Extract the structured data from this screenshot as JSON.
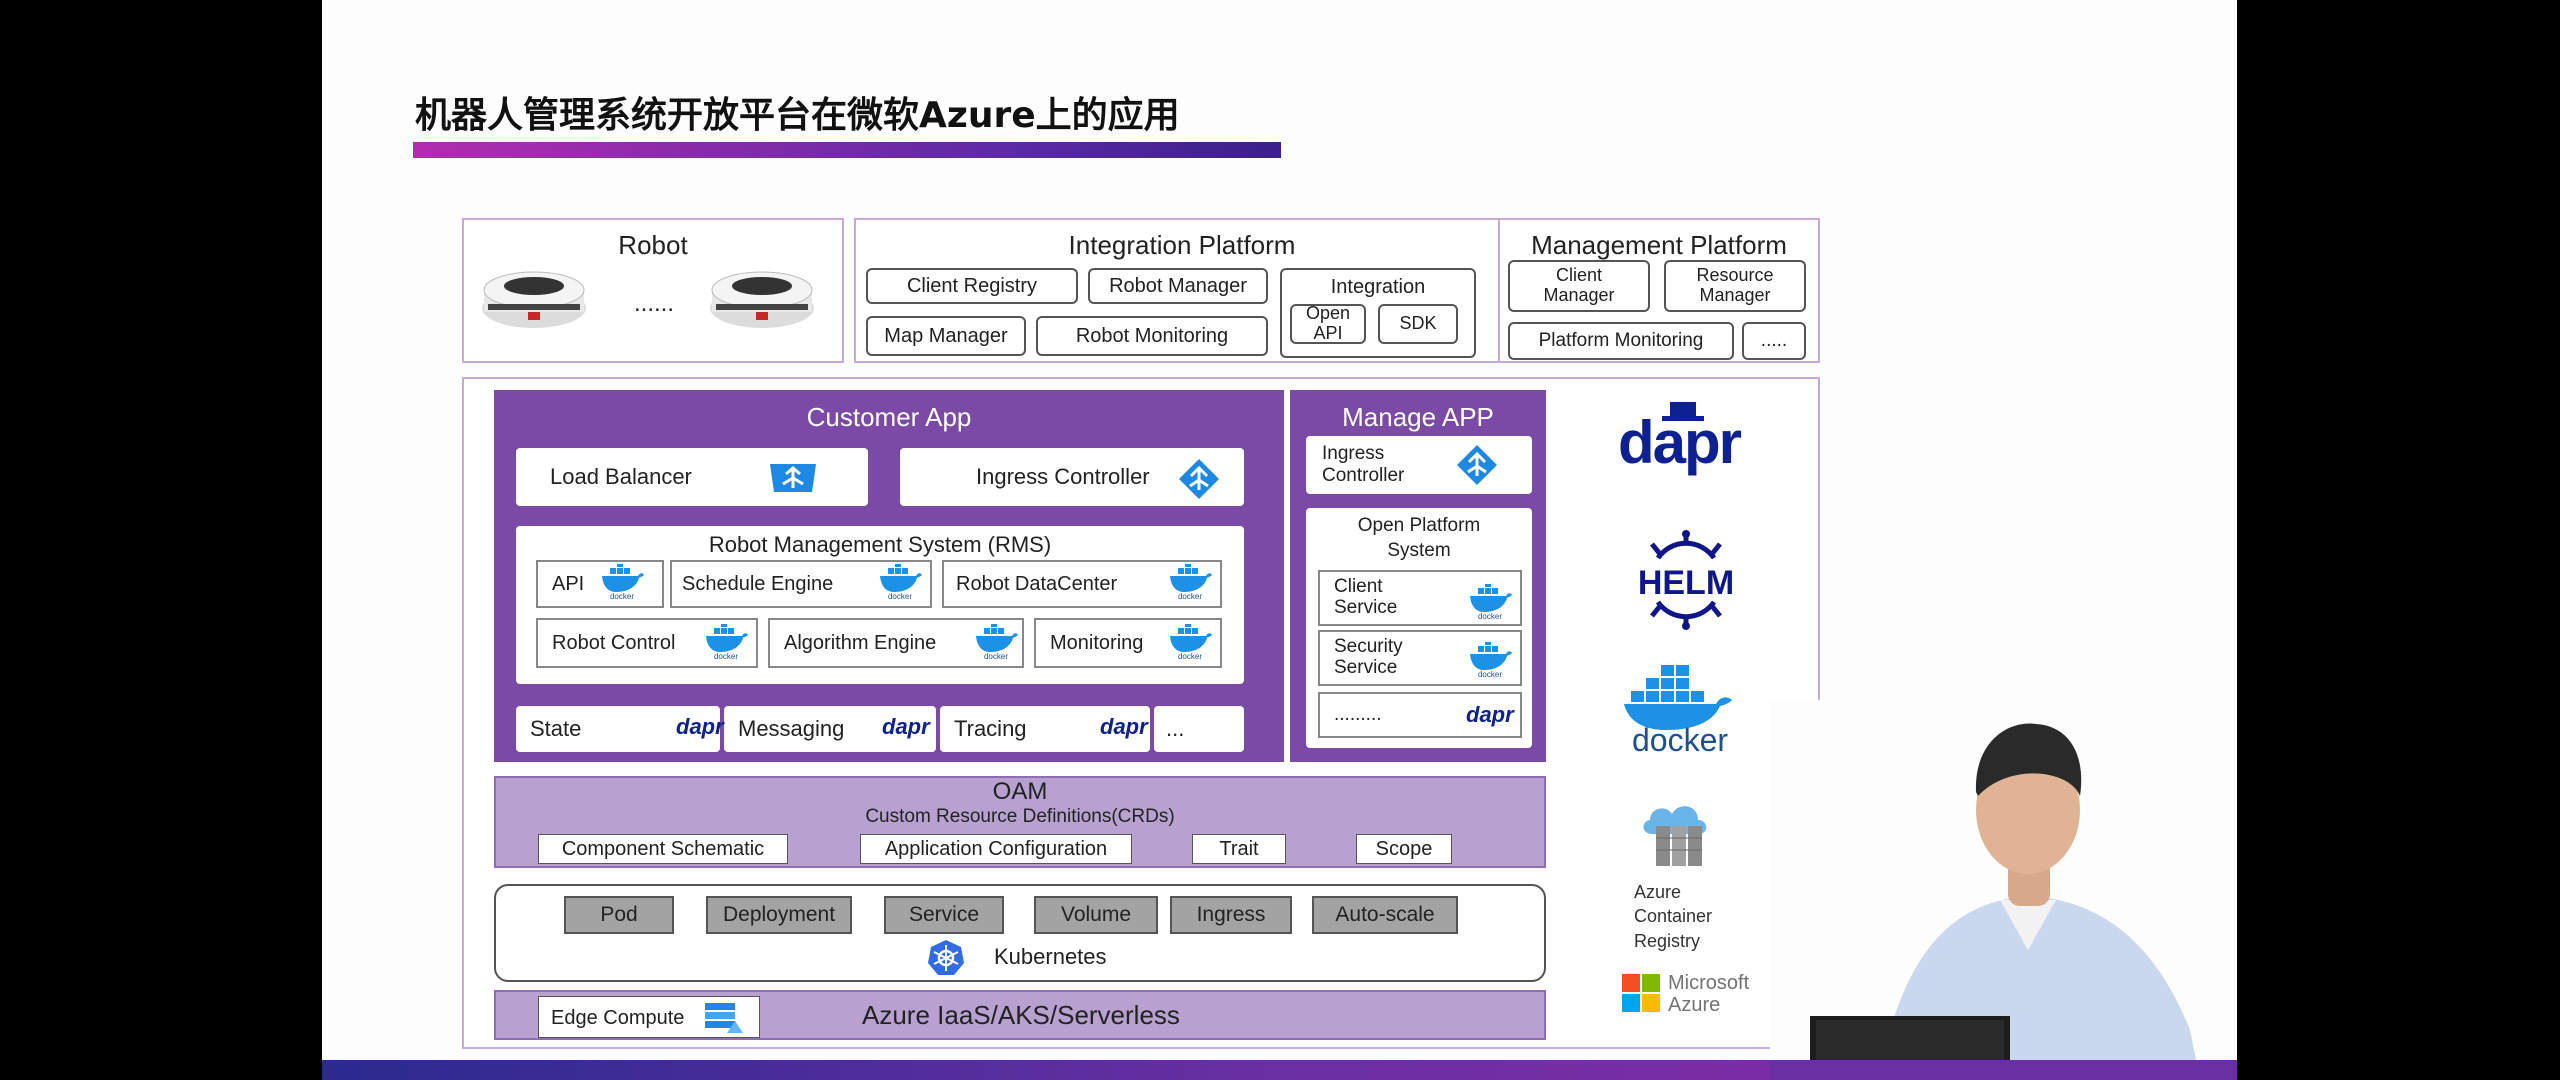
{
  "title": "机器人管理系统开放平台在微软Azure上的应用",
  "robot": {
    "title": "Robot",
    "ellipsis": "......"
  },
  "integration": {
    "title": "Integration Platform",
    "client_registry": "Client Registry",
    "robot_manager": "Robot Manager",
    "map_manager": "Map Manager",
    "robot_monitoring": "Robot Monitoring",
    "integration_label": "Integration",
    "open_api": "Open API",
    "sdk": "SDK"
  },
  "management": {
    "title": "Management Platform",
    "client_manager": "Client Manager",
    "resource_manager": "Resource Manager",
    "platform_monitoring": "Platform Monitoring",
    "more": "....."
  },
  "customer_app": {
    "title": "Customer App",
    "load_balancer": "Load  Balancer",
    "ingress_controller": "Ingress Controller",
    "rms_title": "Robot  Management System (RMS)",
    "api": "API",
    "schedule_engine": "Schedule Engine",
    "robot_datacenter": "Robot DataCenter",
    "robot_control": "Robot Control",
    "algorithm_engine": "Algorithm Engine",
    "monitoring": "Monitoring",
    "state": "State",
    "messaging": "Messaging",
    "tracing": "Tracing",
    "more": "..."
  },
  "manage_app": {
    "title": "Manage APP",
    "ingress_controller": "Ingress Controller",
    "ops_title": "Open Platform System",
    "client_service": "Client Service",
    "security_service": "Security Service",
    "more": "........."
  },
  "oam": {
    "title": "OAM",
    "subtitle": "Custom Resource Definitions(CRDs)",
    "component_schematic": "Component Schematic",
    "application_configuration": "Application Configuration",
    "trait": "Trait",
    "scope": "Scope"
  },
  "kubernetes": {
    "pod": "Pod",
    "deployment": "Deployment",
    "service": "Service",
    "volume": "Volume",
    "ingress": "Ingress",
    "autoscale": "Auto-scale",
    "label": "Kubernetes"
  },
  "azure": {
    "edge_compute": "Edge Compute",
    "iaas": "Azure IaaS/AKS/Serverless"
  },
  "logos": {
    "dapr": "dapr",
    "helm": "HELM",
    "docker": "docker",
    "docker_mini": "docker",
    "acr": "Azure Container Registry",
    "microsoft": "Microsoft",
    "azure": "Azure"
  },
  "colors": {
    "accent_purple": "#7b4aa6",
    "lavender": "#b8a1d1",
    "dapr_blue": "#0d2192",
    "docker_blue": "#1d91e6"
  },
  "icons": [
    "robot-vacuum",
    "load-balancer-icon",
    "ingress-icon",
    "docker-whale-icon",
    "kubernetes-icon",
    "edge-compute-icon",
    "microsoft-logo",
    "azure-container-registry-icon"
  ]
}
